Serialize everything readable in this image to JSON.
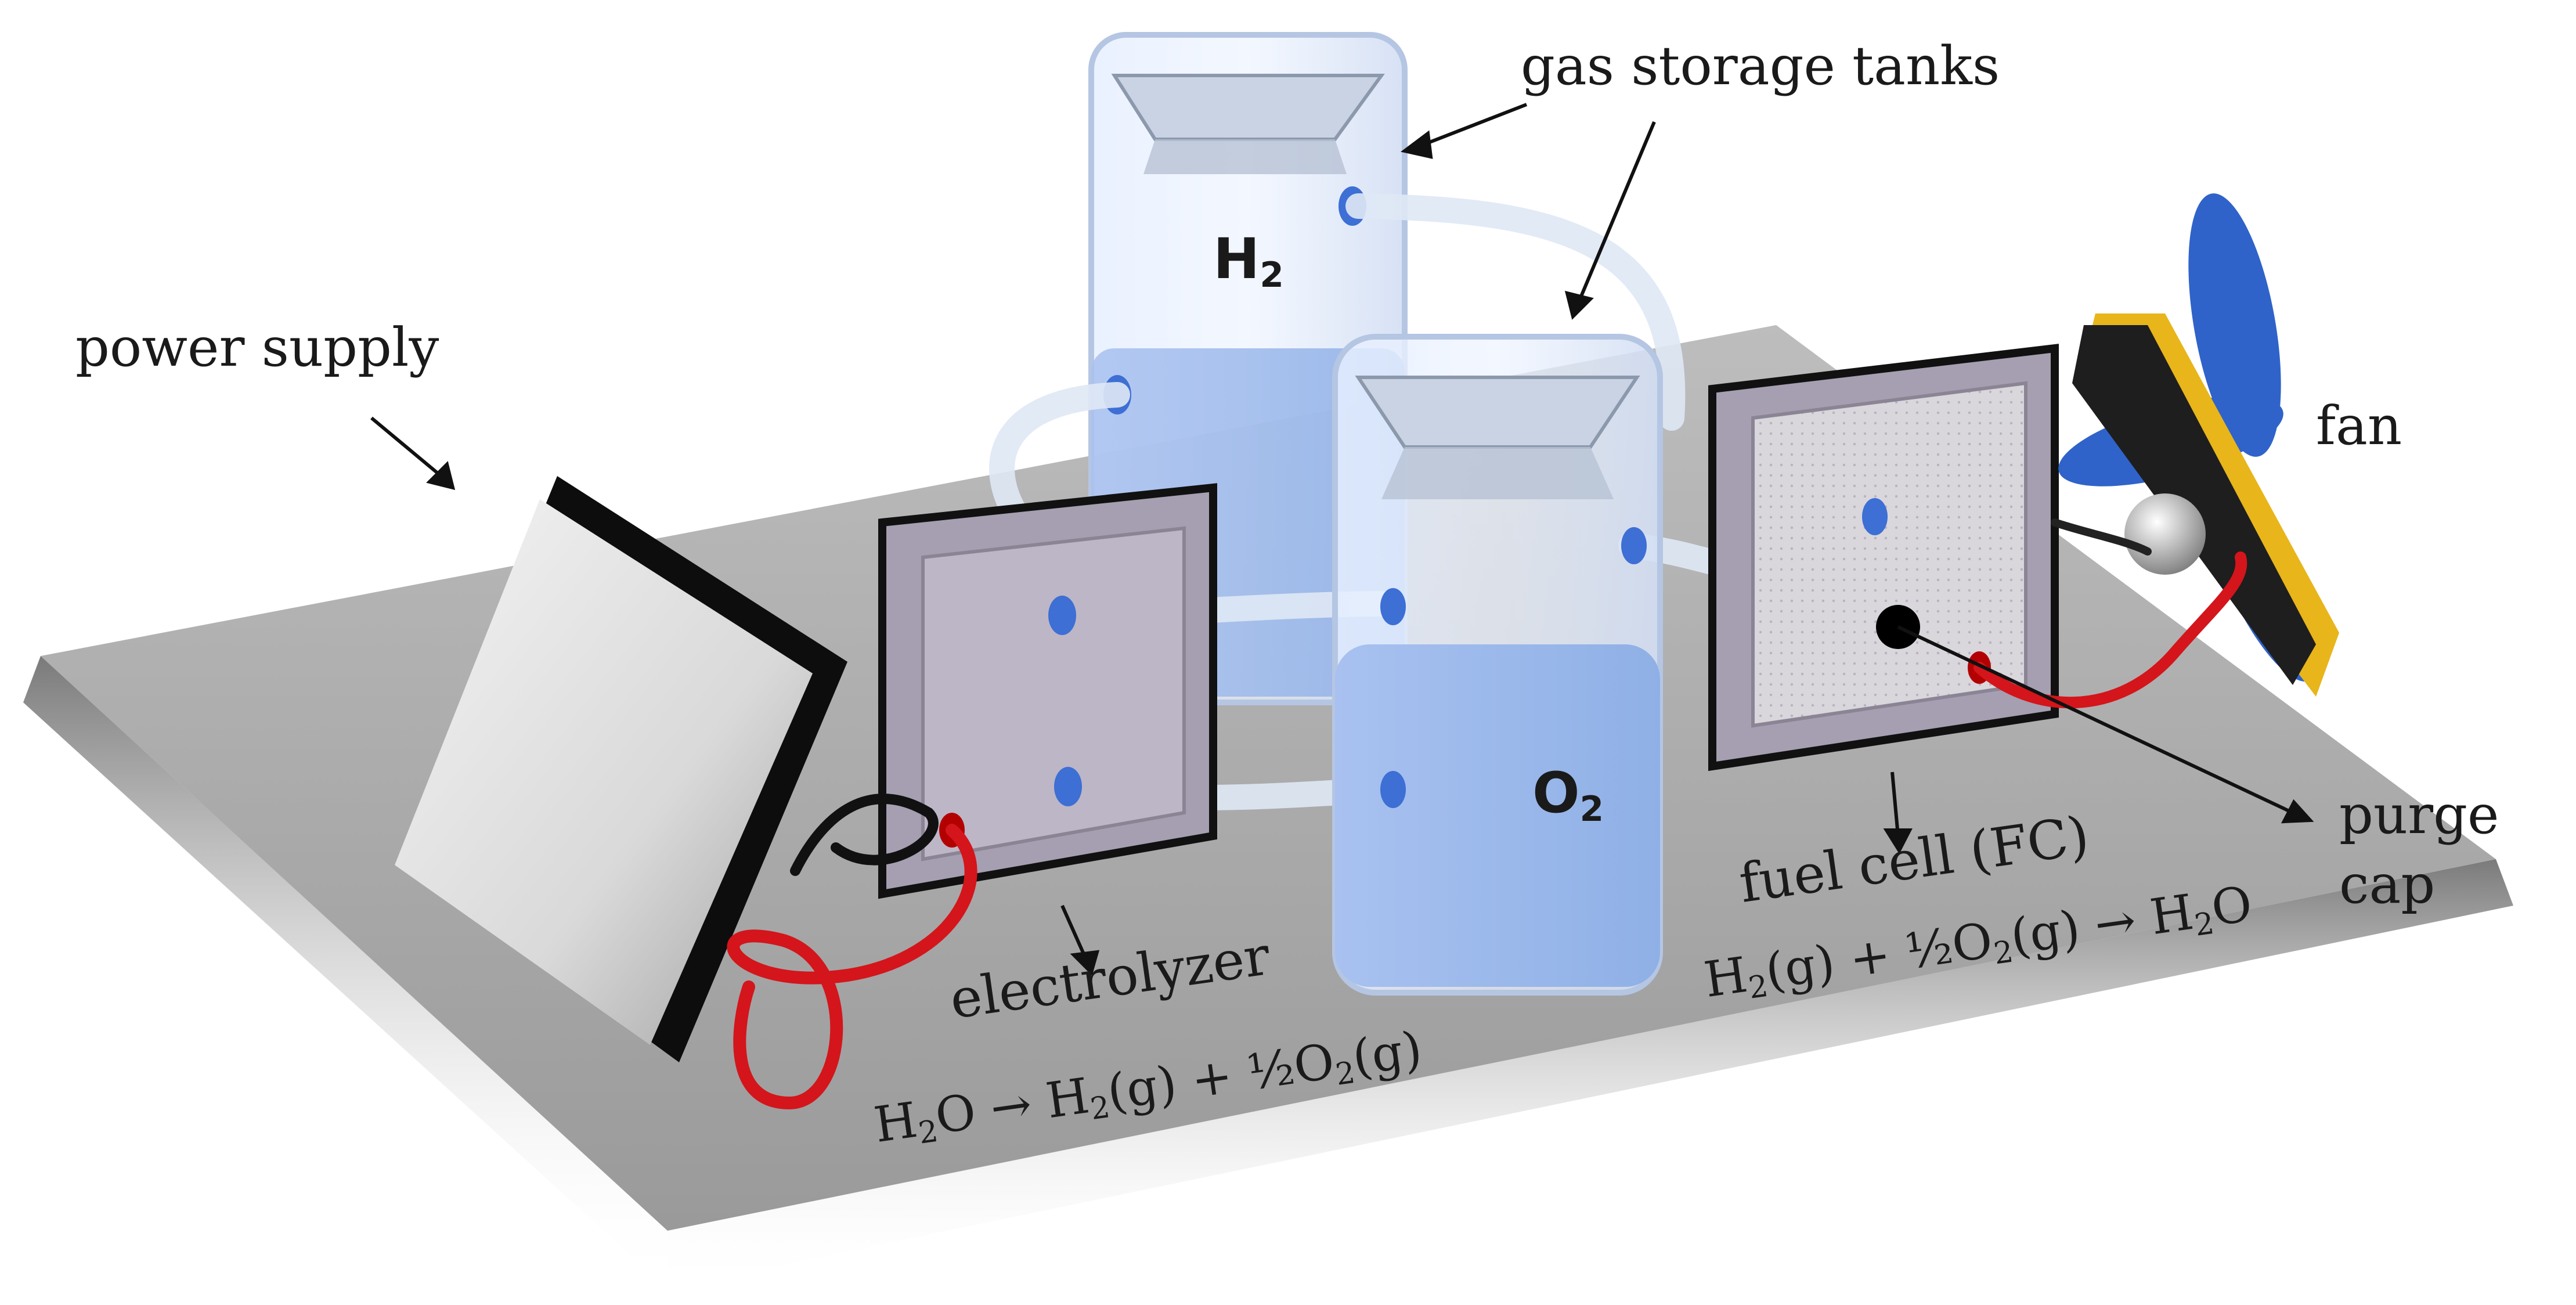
{
  "labels": {
    "power_supply": "power supply",
    "gas_storage_tanks": "gas storage tanks",
    "fan": "fan",
    "electrolyzer": "electrolyzer",
    "fuel_cell": "fuel cell (FC)",
    "purge": "purge",
    "cap": "cap",
    "h2_tank": {
      "main": "H",
      "sub": "2"
    },
    "o2_tank": {
      "main": "O",
      "sub": "2"
    }
  },
  "equations": {
    "electrolyzer": {
      "p1": "H",
      "s1": "2",
      "p2": "O → H",
      "s2": "2",
      "p3": "(g) + ½O",
      "s3": "2",
      "p4": "(g)"
    },
    "fuel_cell": {
      "p1": "H",
      "s1": "2",
      "p2": "(g) + ½O",
      "s2": "2",
      "p3": "(g) → H",
      "s3": "2",
      "p4": "O"
    }
  },
  "colors": {
    "table_top": "#a9a9a9",
    "table_edge": "#6e6e6e",
    "tank_glass": "#dce9fb",
    "liquid": "#9db9ea",
    "wire_red": "#d4151b",
    "wire_black": "#111111",
    "fan_blade": "#2f63c9",
    "fan_frame": "#e8b51a",
    "cell_membrane": "#b9b3c3"
  }
}
